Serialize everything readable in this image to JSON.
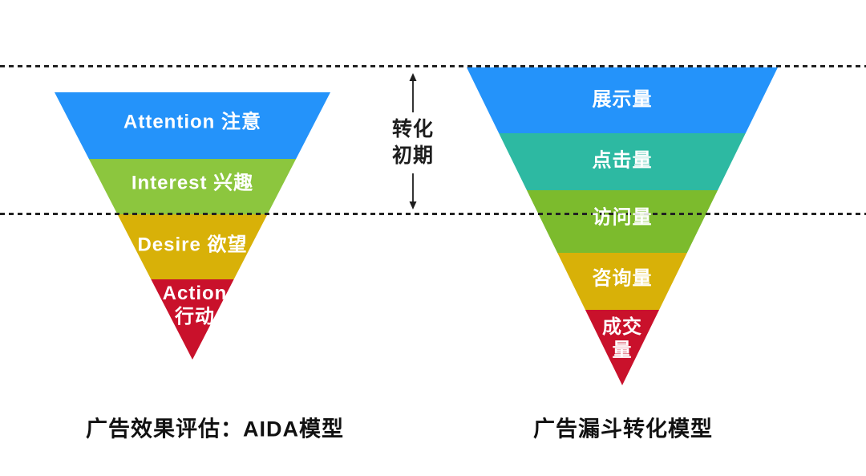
{
  "annotation": {
    "line1": "转化",
    "line2": "初期"
  },
  "left_funnel": {
    "caption": "广告效果评估：AIDA模型",
    "layers": [
      {
        "label": "Attention 注意",
        "color": "#2493FA"
      },
      {
        "label": "Interest 兴趣",
        "color": "#8CC63E"
      },
      {
        "label": "Desire 欲望",
        "color": "#D8B108"
      },
      {
        "label": "Action",
        "label2": "行动",
        "color": "#C9112B"
      }
    ]
  },
  "right_funnel": {
    "caption": "广告漏斗转化模型",
    "layers": [
      {
        "label": "展示量",
        "color": "#2493FA"
      },
      {
        "label": "点击量",
        "color": "#2DB9A2"
      },
      {
        "label": "访问量",
        "color": "#7CBB2D"
      },
      {
        "label": "咨询量",
        "color": "#D8B108"
      },
      {
        "label": "成交",
        "label2": "量",
        "color": "#C9112B"
      }
    ]
  },
  "colors": {
    "dash_line": "#222222",
    "label_text": "#ffffff",
    "caption_text": "#111111"
  }
}
